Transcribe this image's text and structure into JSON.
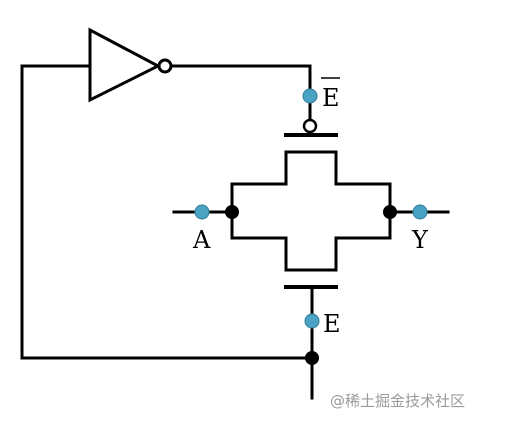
{
  "labels": {
    "enable_bar": "E",
    "enable": "E",
    "input": "A",
    "output": "Y"
  },
  "watermark": "@稀土掘金技术社区",
  "colors": {
    "wire": "#000000",
    "pin": "#4aa3c2",
    "junction": "#000000",
    "background": "#ffffff"
  }
}
